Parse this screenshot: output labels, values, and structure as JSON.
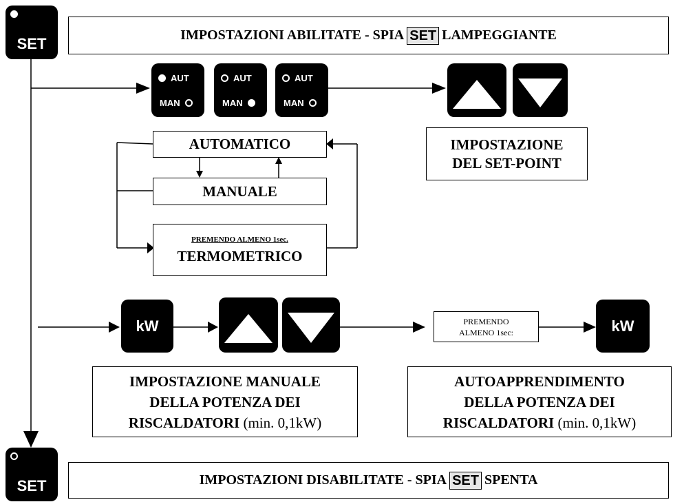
{
  "top": {
    "set_key_label": "SET",
    "banner_prefix": "IMPOSTAZIONI  ABILITATE - SPIA",
    "banner_highlight": "SET",
    "banner_suffix": "LAMPEGGIANTE"
  },
  "bottom": {
    "set_key_label": "SET",
    "banner_prefix": "IMPOSTAZIONI  DISABILITATE - SPIA",
    "banner_highlight": "SET",
    "banner_suffix": "SPENTA"
  },
  "mode_keys": [
    {
      "aut_label": "AUT",
      "man_label": "MAN",
      "aut_on": true,
      "man_on": false
    },
    {
      "aut_label": "AUT",
      "man_label": "MAN",
      "aut_on": false,
      "man_on": true
    },
    {
      "aut_label": "AUT",
      "man_label": "MAN",
      "aut_on": false,
      "man_on": false
    }
  ],
  "modes": {
    "automatico": "AUTOMATICO",
    "manuale": "MANUALE",
    "termometrico_note": "PREMENDO ALMENO 1sec.",
    "termometrico": "TERMOMETRICO"
  },
  "setpoint": {
    "line1": "IMPOSTAZIONE",
    "line2": "DEL SET-POINT"
  },
  "kw_key_label": "kW",
  "press_note": {
    "line1": "PREMENDO",
    "line2": "ALMENO 1sec:"
  },
  "manual_power": {
    "line1": "IMPOSTAZIONE MANUALE",
    "line2": "DELLA POTENZA DEI",
    "line3_bold": "RISCALDATORI",
    "line3_note": "(min. 0,1kW)"
  },
  "auto_power": {
    "line1": "AUTOAPPRENDIMENTO",
    "line2": "DELLA POTENZA DEI",
    "line3_bold": "RISCALDATORI",
    "line3_note": "(min. 0,1kW)"
  }
}
